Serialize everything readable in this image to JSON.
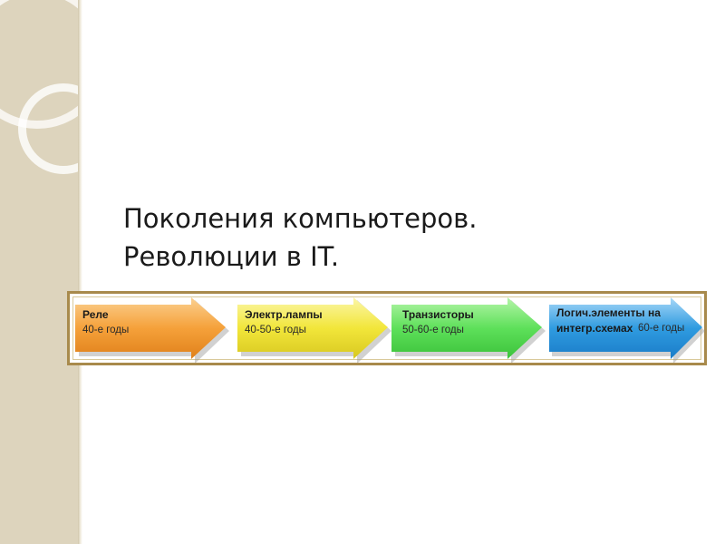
{
  "slide": {
    "title_line1": "Поколения компьютеров.",
    "title_line2": "Революции в IT."
  },
  "generations": [
    {
      "name": "Реле",
      "years": "40-е годы",
      "color": "#f5a13a"
    },
    {
      "name": "Электр.лампы",
      "years": "40-50-е годы",
      "color": "#f2e63a"
    },
    {
      "name": "Транзисторы",
      "years": "50-60-е годы",
      "color": "#5ee05a"
    },
    {
      "name_line1": "Логич.элементы на",
      "name_line2": "интегр.схемах",
      "years": "60-е годы",
      "color": "#2f9be0"
    }
  ],
  "theme": {
    "sidebar": "#ddd4bd",
    "frame": "#a88a4c"
  }
}
